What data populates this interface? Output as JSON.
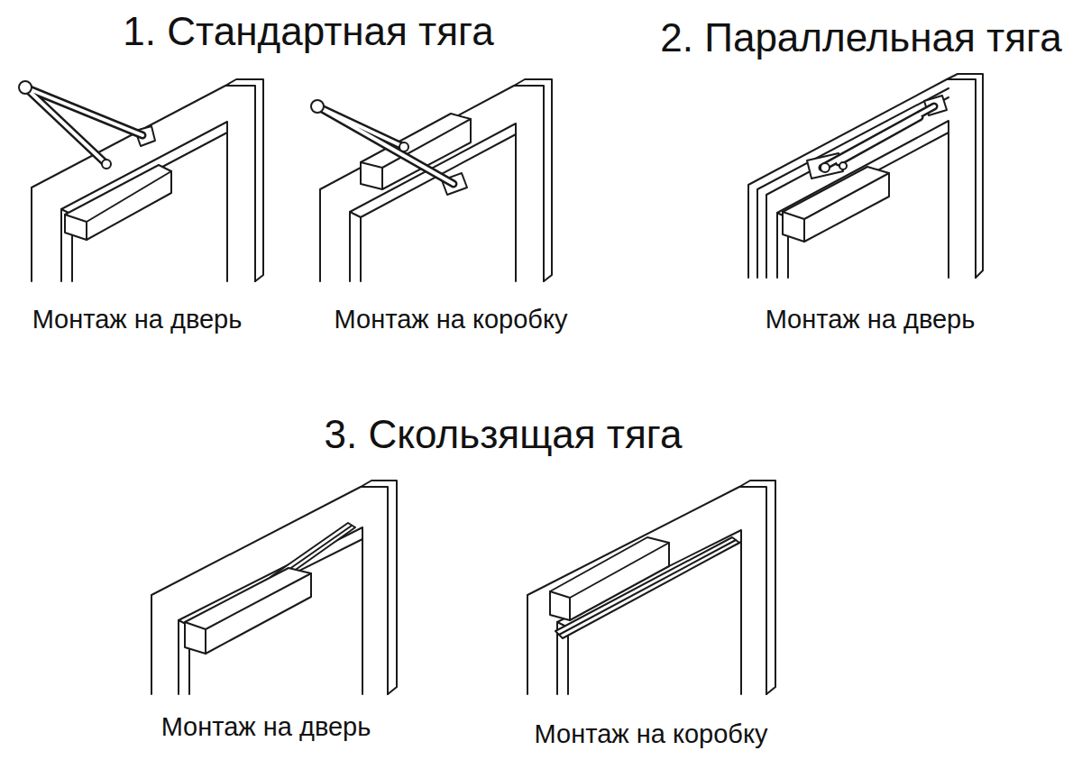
{
  "diagram": {
    "labels": [
      "1. Стандартная тяга",
      "2. Параллельная тяга",
      "Монтаж на дверь",
      "Монтаж на коробку",
      "Монтаж на дверь",
      "3. Скользящая тяга",
      "Монтаж на дверь",
      "Монтаж на коробку"
    ]
  }
}
